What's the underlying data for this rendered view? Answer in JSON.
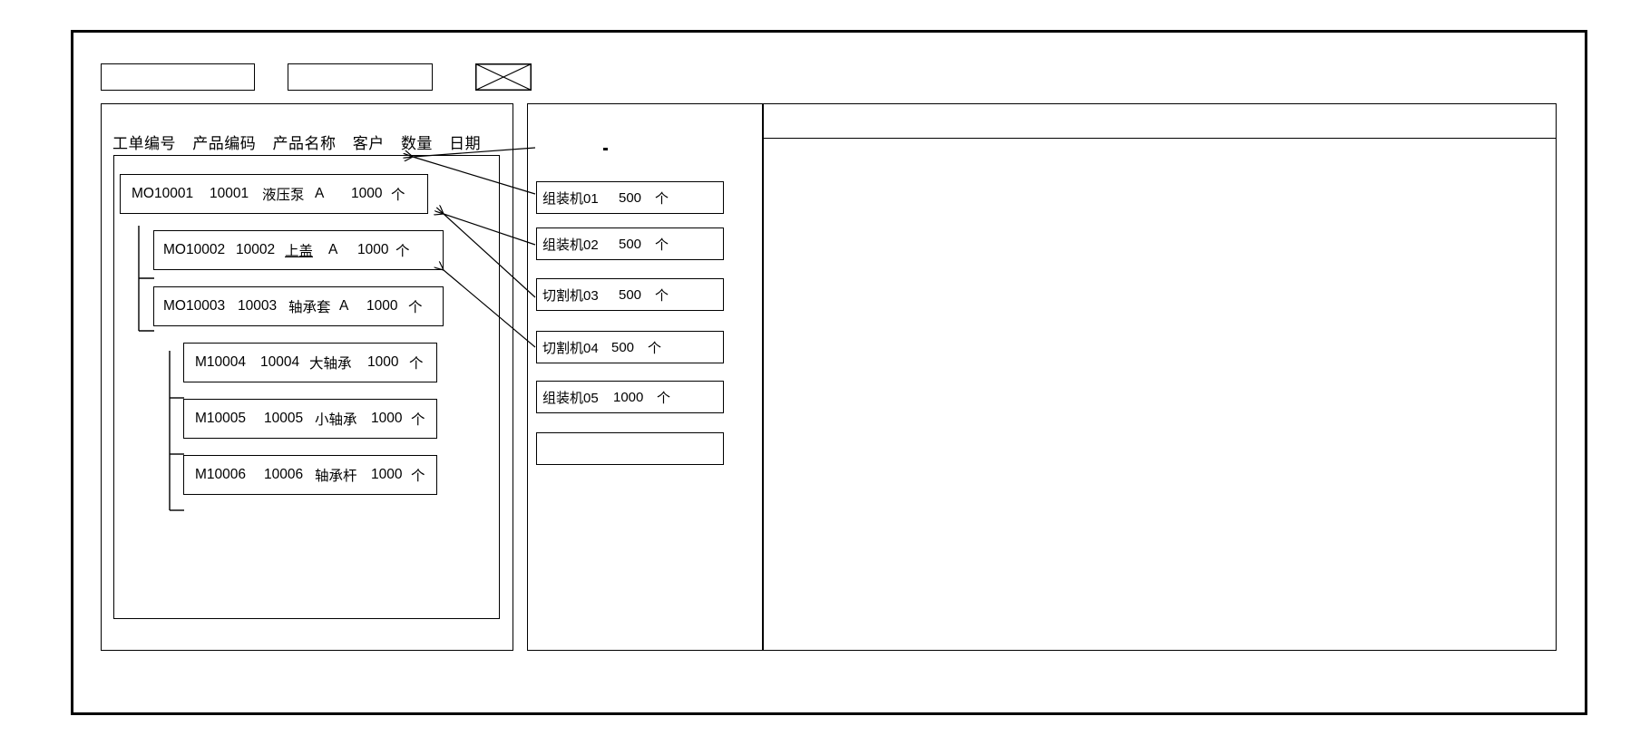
{
  "window": {
    "title": ""
  },
  "toolbar": {
    "field1_value": "",
    "field1_placeholder": "",
    "field2_value": "",
    "field2_placeholder": "",
    "image_placeholder_icon": "crossed-box-icon"
  },
  "left_panel": {
    "columns": [
      "工单编号",
      "产品编码",
      "产品名称",
      "客户",
      "数量",
      "日期"
    ],
    "rows": [
      {
        "level": 0,
        "order_no": "MO10001",
        "product_code": "10001",
        "product_name": "液压泵",
        "customer": "A",
        "quantity": "1000",
        "unit": "个",
        "name_underlined": false
      },
      {
        "level": 1,
        "order_no": "MO10002",
        "product_code": "10002",
        "product_name": "上盖",
        "customer": "A",
        "quantity": "1000",
        "unit": "个",
        "name_underlined": true
      },
      {
        "level": 1,
        "order_no": "MO10003",
        "product_code": "10003",
        "product_name": "轴承套",
        "customer": "A",
        "quantity": "1000",
        "unit": "个",
        "name_underlined": false
      },
      {
        "level": 2,
        "order_no": "M10004",
        "product_code": "10004",
        "product_name": "大轴承",
        "customer": "",
        "quantity": "1000",
        "unit": "个",
        "name_underlined": false
      },
      {
        "level": 2,
        "order_no": "M10005",
        "product_code": "10005",
        "product_name": "小轴承",
        "customer": "",
        "quantity": "1000",
        "unit": "个",
        "name_underlined": false
      },
      {
        "level": 2,
        "order_no": "M10006",
        "product_code": "10006",
        "product_name": "轴承杆",
        "customer": "",
        "quantity": "1000",
        "unit": "个",
        "name_underlined": false
      }
    ]
  },
  "middle_panel": {
    "rows": [
      {
        "machine": "组装机01",
        "quantity": "500",
        "unit": "个"
      },
      {
        "machine": "组装机02",
        "quantity": "500",
        "unit": "个"
      },
      {
        "machine": "切割机03",
        "quantity": "500",
        "unit": "个"
      },
      {
        "machine": "切割机04",
        "quantity": "500",
        "unit": "个"
      },
      {
        "machine": "组装机05",
        "quantity": "1000",
        "unit": "个"
      },
      {
        "machine": "",
        "quantity": "",
        "unit": ""
      }
    ]
  },
  "right_panel": {
    "header_text": "",
    "body_text": ""
  },
  "colors": {
    "stroke": "#000000",
    "background": "#ffffff"
  }
}
